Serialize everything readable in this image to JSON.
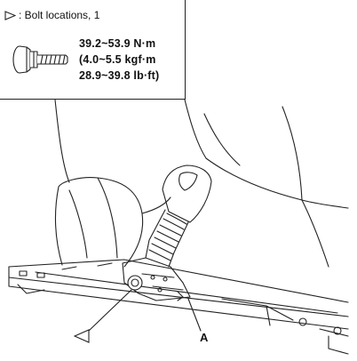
{
  "legend": {
    "symbol": "triangle-outline-icon",
    "text": ": Bolt locations, 1"
  },
  "torque": {
    "line1": "39.2~53.9 N·m",
    "line2": "(4.0~5.5 kgf·m",
    "line3": "28.9~39.8 lb·ft)"
  },
  "callouts": {
    "label_a": "A"
  },
  "icons": {
    "bolt": "flange-bolt-icon",
    "callout": "triangle-outline-icon"
  }
}
